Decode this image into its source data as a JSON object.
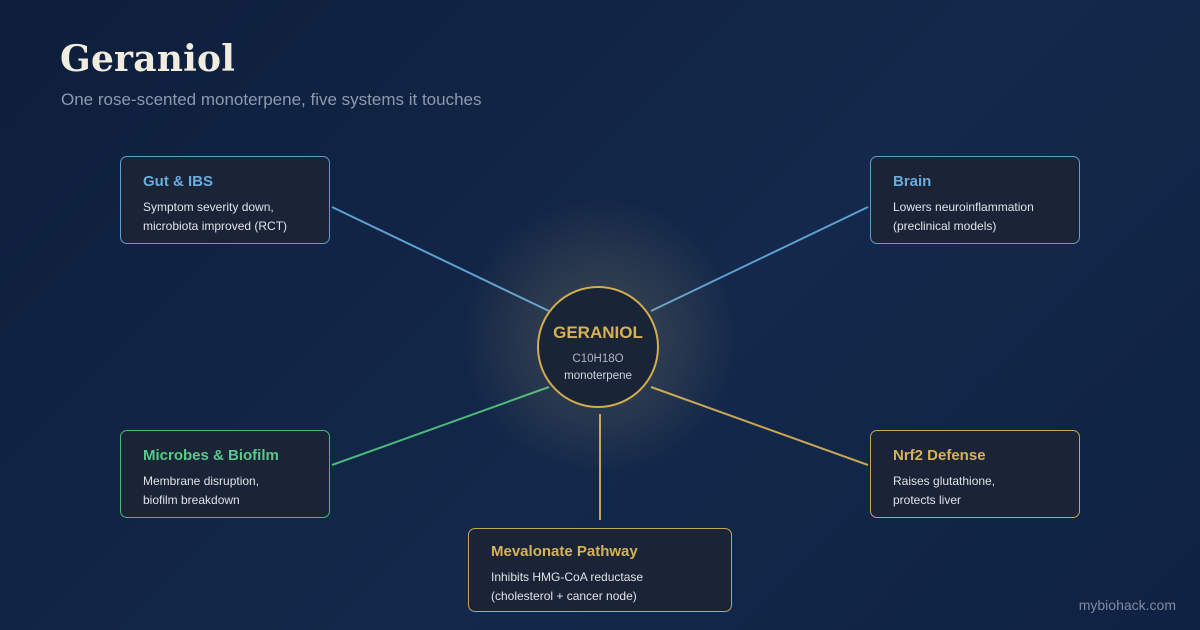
{
  "title": "Geraniol",
  "subtitle": "One rose-scented monoterpene, five systems it touches",
  "hub": {
    "name": "GERANIOL",
    "formula": "C10H18O",
    "class": "monoterpene",
    "color": "#d2ad4e"
  },
  "nodes": [
    {
      "title": "Gut & IBS",
      "lines": [
        "Symptom severity down,",
        "microbiota improved (RCT)"
      ],
      "color": "#6aabdd"
    },
    {
      "title": "Brain",
      "lines": [
        "Lowers neuroinflammation",
        "(preclinical models)"
      ],
      "color": "#6aabdd"
    },
    {
      "title": "Microbes & Biofilm",
      "lines": [
        "Membrane disruption,",
        "biofilm breakdown"
      ],
      "color": "#58c98a"
    },
    {
      "title": "Nrf2 Defense",
      "lines": [
        "Raises glutathione,",
        "protects liver"
      ],
      "color": "#d6b257"
    },
    {
      "title": "Mevalonate Pathway",
      "lines": [
        "Inhibits HMG-CoA reductase",
        "(cholesterol + cancer node)"
      ],
      "color": "#d6b257"
    }
  ],
  "footer": "mybiohack.com"
}
